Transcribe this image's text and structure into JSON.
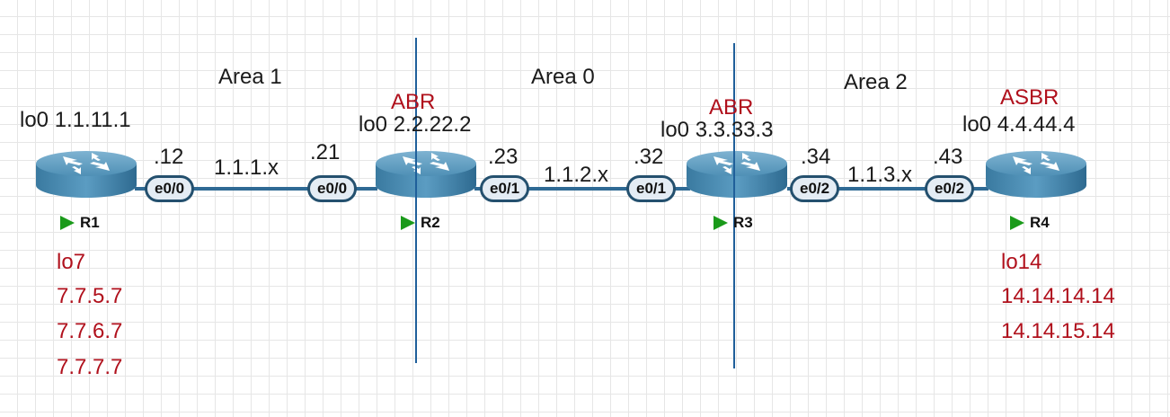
{
  "areas": [
    "Area 1",
    "Area 0",
    "Area 2"
  ],
  "roles": {
    "r2": "ABR",
    "r3": "ABR",
    "r4": "ASBR"
  },
  "loopbacks": {
    "r1": "lo0 1.1.11.1",
    "r2": "lo0 2.2.22.2",
    "r3": "lo0 3.3.33.3",
    "r4": "lo0 4.4.44.4"
  },
  "routers": [
    {
      "name": "R1"
    },
    {
      "name": "R2"
    },
    {
      "name": "R3"
    },
    {
      "name": "R4"
    }
  ],
  "links": [
    {
      "subnet": "1.1.1.x",
      "left_host": ".12",
      "right_host": ".21",
      "left_port": "e0/0",
      "right_port": "e0/0"
    },
    {
      "subnet": "1.1.2.x",
      "left_host": ".23",
      "right_host": ".32",
      "left_port": "e0/1",
      "right_port": "e0/1"
    },
    {
      "subnet": "1.1.3.x",
      "left_host": ".34",
      "right_host": ".43",
      "left_port": "e0/2",
      "right_port": "e0/2"
    }
  ],
  "extra_loopbacks": {
    "r1": {
      "iface": "lo7",
      "addresses": [
        "7.7.5.7",
        "7.7.6.7",
        "7.7.7.7"
      ]
    },
    "r4": {
      "iface": "lo14",
      "addresses": [
        "14.14.14.14",
        "14.14.15.14"
      ]
    }
  },
  "colors": {
    "link": "#2f6a94",
    "area_border": "#1f5f9a",
    "router_body": "#4d90b4",
    "port_border": "#24506e",
    "red_text": "#b0101c",
    "play_icon": "#1a9a1a"
  }
}
